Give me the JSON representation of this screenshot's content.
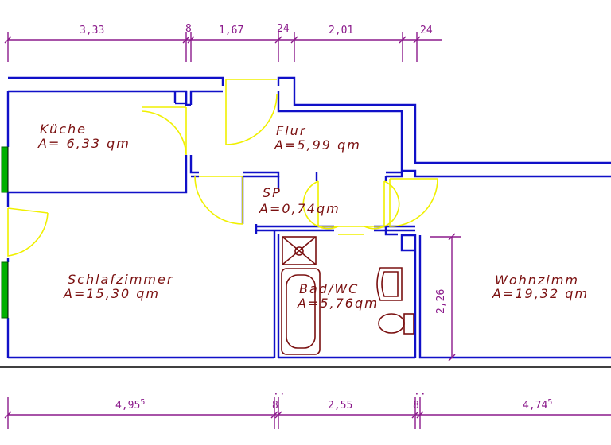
{
  "dimensions": {
    "top": [
      "3,33",
      "8",
      "1,67",
      "24",
      "2,01",
      "24"
    ],
    "bottom": [
      {
        "value": "4,95",
        "sup": "5"
      },
      {
        "value": "8",
        "sup": "··"
      },
      {
        "value": "2,55",
        "sup": ""
      },
      {
        "value": "8",
        "sup": "··"
      },
      {
        "value": "4,74",
        "sup": "5"
      }
    ],
    "vertical": "2,26"
  },
  "rooms": {
    "kueche": {
      "name": "Küche",
      "area": "A= 6,33 qm"
    },
    "flur": {
      "name": "Flur",
      "area": "A=5,99 qm"
    },
    "sp": {
      "name": "SP",
      "area": "A=0,74qm"
    },
    "schlafzimmer": {
      "name": "Schlafzimmer",
      "area": "A=15,30 qm"
    },
    "bad": {
      "name": "Bad/WC",
      "area": "A=5,76qm"
    },
    "wohnzimmer": {
      "name": "Wohnzimm",
      "area": "A=19,32 qm"
    }
  },
  "colors": {
    "walls": "#1010c8",
    "doors": "#f0f000",
    "dimensions": "#8b1a8b",
    "fixtures": "#7a1010",
    "windows": "#00b000"
  }
}
